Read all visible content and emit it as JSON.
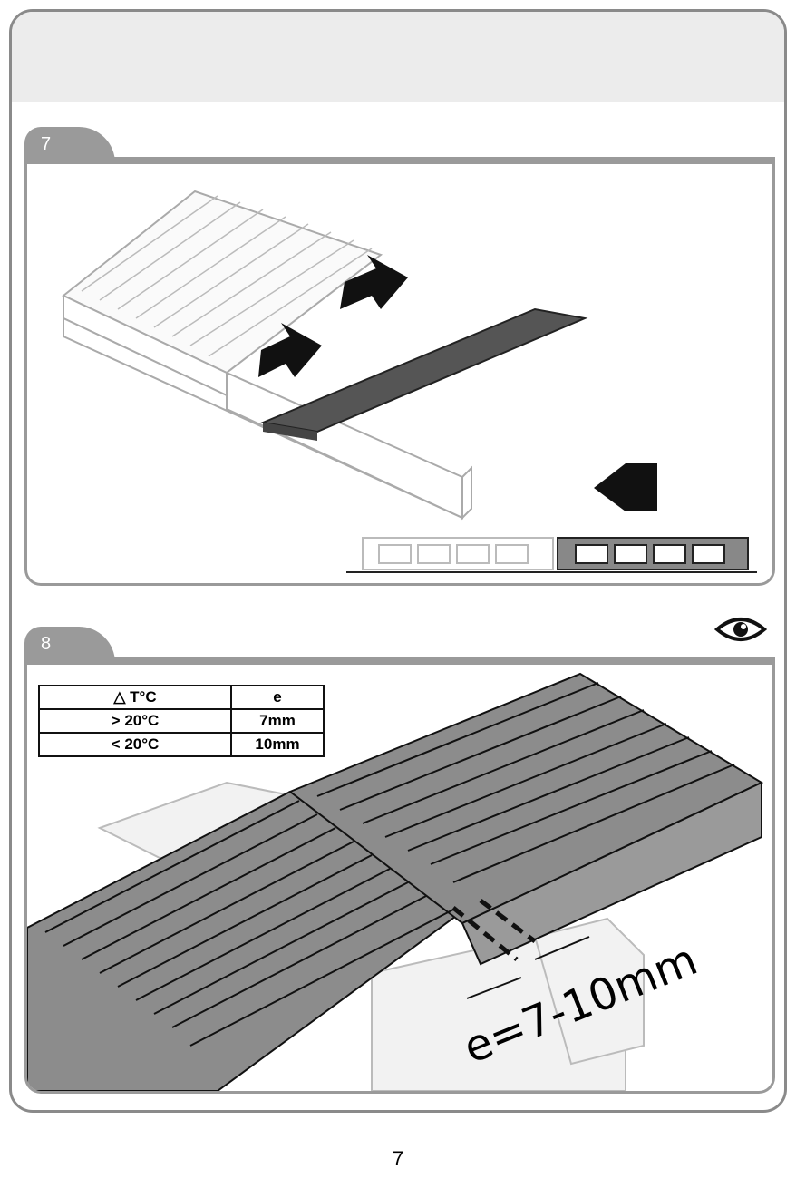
{
  "steps": [
    {
      "number": "7"
    },
    {
      "number": "8",
      "table": {
        "header": [
          "△  T°C",
          "e"
        ],
        "rows": [
          [
            ">   20°C",
            "7mm"
          ],
          [
            "<   20°C",
            "10mm"
          ]
        ]
      },
      "gap_label": "e=7-10mm"
    }
  ],
  "icons": {
    "eye": "eye-icon"
  },
  "page_number": "7"
}
